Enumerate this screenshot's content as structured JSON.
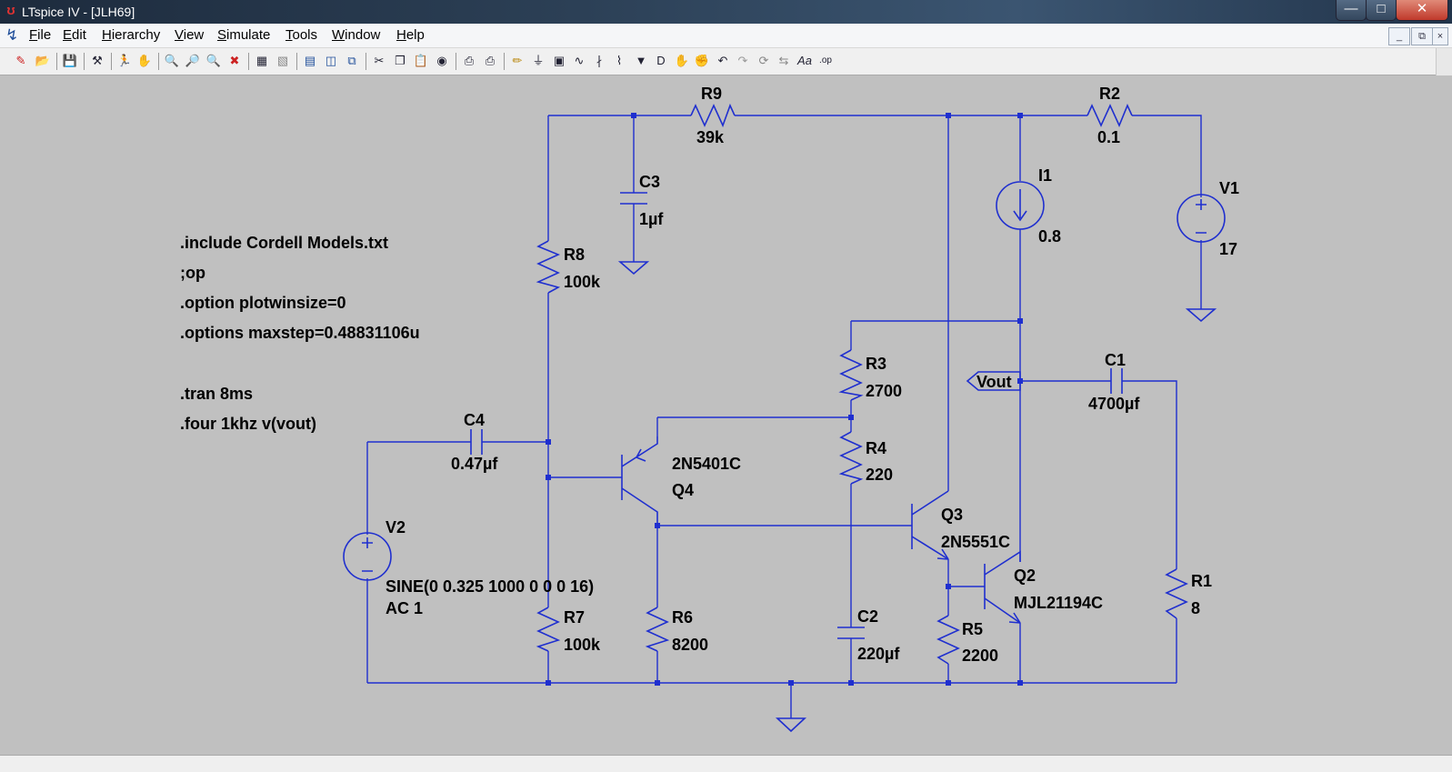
{
  "window": {
    "title": "LTspice IV - [JLH69]",
    "icon": "ltspice-app-icon"
  },
  "menu": {
    "items": [
      {
        "label": "File"
      },
      {
        "label": "Edit"
      },
      {
        "label": "Hierarchy"
      },
      {
        "label": "View"
      },
      {
        "label": "Simulate"
      },
      {
        "label": "Tools"
      },
      {
        "label": "Window"
      },
      {
        "label": "Help"
      }
    ]
  },
  "toolbar": {
    "icons": [
      "new-schematic-icon",
      "open-icon",
      "save-icon",
      "control-panel-icon",
      "run-icon",
      "halt-icon",
      "zoom-in-icon",
      "zoom-pan-icon",
      "zoom-out-icon",
      "zoom-cancel-icon",
      "autorange-icon",
      "grid-icon",
      "tile-horizontal-icon",
      "tile-vertical-icon",
      "cascade-icon",
      "cut-icon",
      "copy-icon",
      "paste-icon",
      "find-icon",
      "print-preview-icon",
      "print-icon",
      "draw-wire-icon",
      "ground-icon",
      "label-net-icon",
      "resistor-icon",
      "capacitor-icon",
      "inductor-icon",
      "diode-icon",
      "component-icon",
      "move-icon",
      "drag-icon",
      "undo-icon",
      "redo-icon",
      "rotate-icon",
      "mirror-icon",
      "text-icon",
      "spice-directive-icon"
    ]
  },
  "schematic": {
    "directives": [
      ".include Cordell Models.txt",
      ";op",
      ".option plotwinsize=0",
      ".options maxstep=0.48831106u",
      ".tran 8ms",
      ".four 1khz v(vout)"
    ],
    "components": {
      "R9": {
        "name": "R9",
        "value": "39k"
      },
      "R2": {
        "name": "R2",
        "value": "0.1"
      },
      "C3": {
        "name": "C3",
        "value": "1µf"
      },
      "I1": {
        "name": "I1",
        "value": "0.8"
      },
      "V1": {
        "name": "V1",
        "value": "17"
      },
      "R8": {
        "name": "R8",
        "value": "100k"
      },
      "R3": {
        "name": "R3",
        "value": "2700"
      },
      "C1": {
        "name": "C1",
        "value": "4700µf"
      },
      "C4": {
        "name": "C4",
        "value": "0.47µf"
      },
      "R4": {
        "name": "R4",
        "value": "220"
      },
      "Q4": {
        "name": "Q4",
        "value": "2N5401C"
      },
      "Q3": {
        "name": "Q3",
        "value": "2N5551C"
      },
      "V2": {
        "name": "V2",
        "value": "SINE(0 0.325 1000 0 0 0 16)",
        "value2": "AC 1"
      },
      "Q2": {
        "name": "Q2",
        "value": "MJL21194C"
      },
      "R1": {
        "name": "R1",
        "value": "8"
      },
      "R7": {
        "name": "R7",
        "value": "100k"
      },
      "R6": {
        "name": "R6",
        "value": "8200"
      },
      "C2": {
        "name": "C2",
        "value": "220µf"
      },
      "R5": {
        "name": "R5",
        "value": "2200"
      }
    },
    "net_labels": {
      "vout": "Vout"
    }
  },
  "colors": {
    "wire": "#1f2fcf",
    "background": "#c0c0c0",
    "text": "#000000"
  }
}
